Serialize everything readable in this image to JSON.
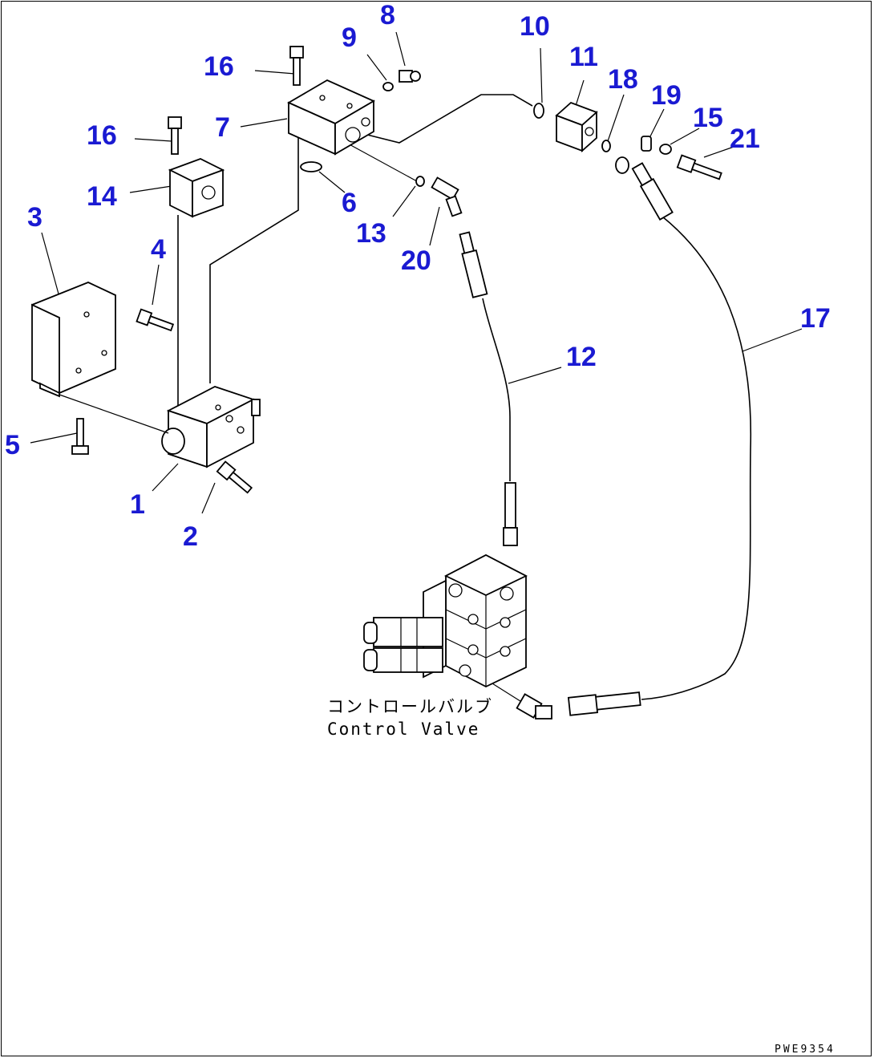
{
  "callouts": {
    "c1": "1",
    "c2": "2",
    "c3": "3",
    "c4": "4",
    "c5": "5",
    "c6": "6",
    "c7": "7",
    "c8": "8",
    "c9": "9",
    "c10": "10",
    "c11": "11",
    "c12": "12",
    "c13": "13",
    "c14": "14",
    "c15": "15",
    "c16a": "16",
    "c16b": "16",
    "c17": "17",
    "c18": "18",
    "c19": "19",
    "c20": "20",
    "c21": "21"
  },
  "caption": {
    "jp": "コントロールバルブ",
    "en": "Control Valve"
  },
  "drawing_code": "PWE9354",
  "colors": {
    "callout": "#1a1ad2",
    "line": "#000000"
  }
}
